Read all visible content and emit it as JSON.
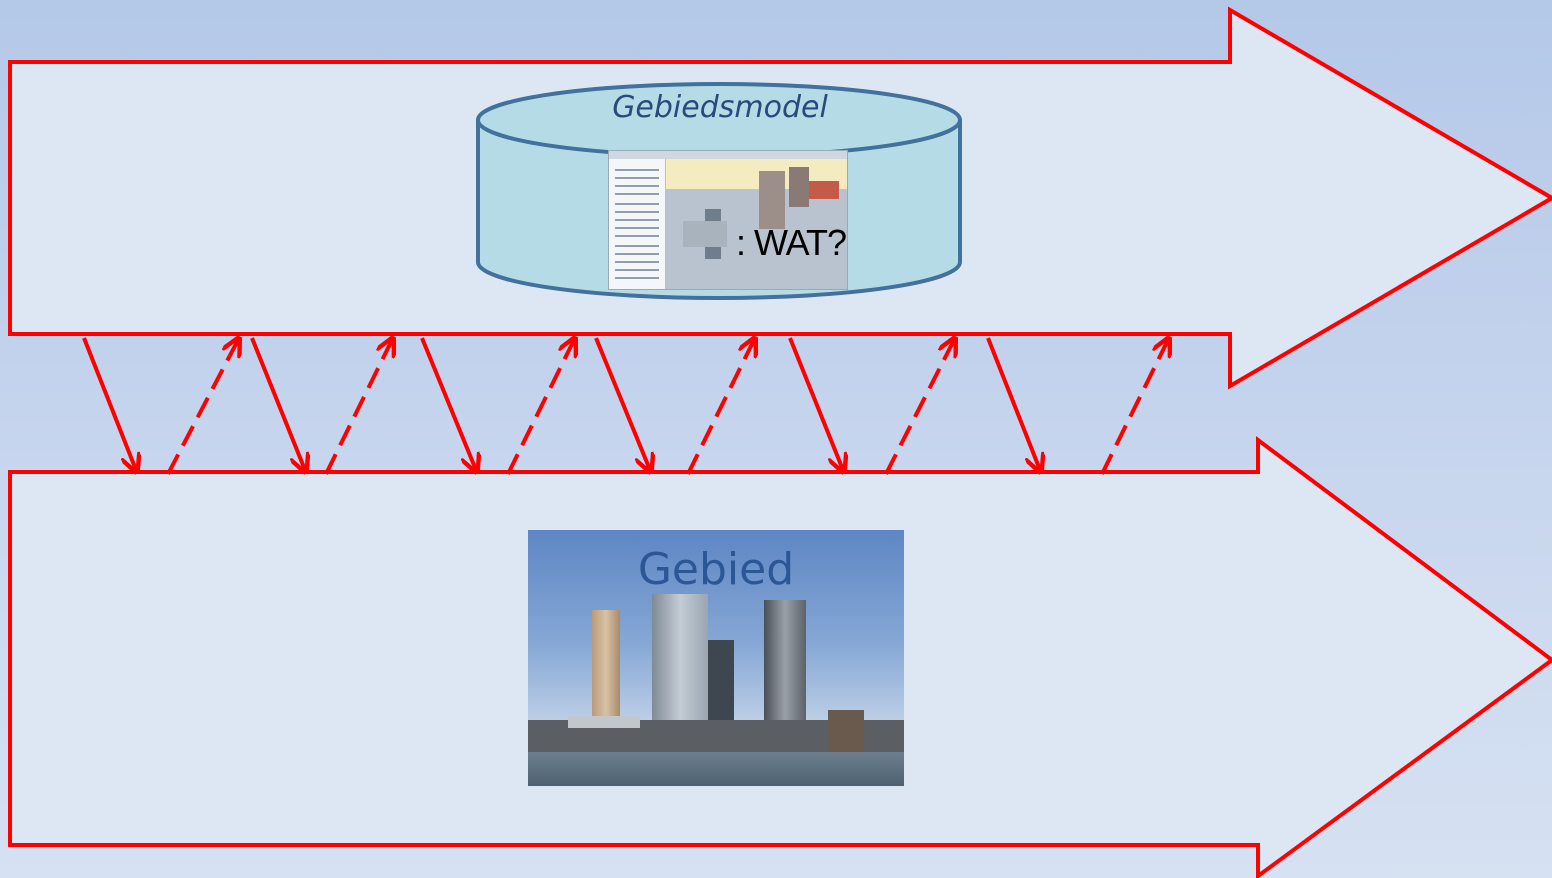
{
  "diagram": {
    "model": {
      "label": "Gebiedsmodel",
      "screenshot_caption": ": WAT?",
      "shape": "cylinder",
      "fill": "#b5dce6",
      "stroke": "#41719c"
    },
    "area": {
      "label": "Gebied",
      "image": "city-skyline-photo"
    },
    "arrows": {
      "outline_color": "#ff0000",
      "fill_color": "#dde7f4",
      "count": 2,
      "direction": "right"
    },
    "connectors": {
      "color": "#ff0000",
      "down_solid_count": 6,
      "up_dashed_count": 6
    }
  }
}
